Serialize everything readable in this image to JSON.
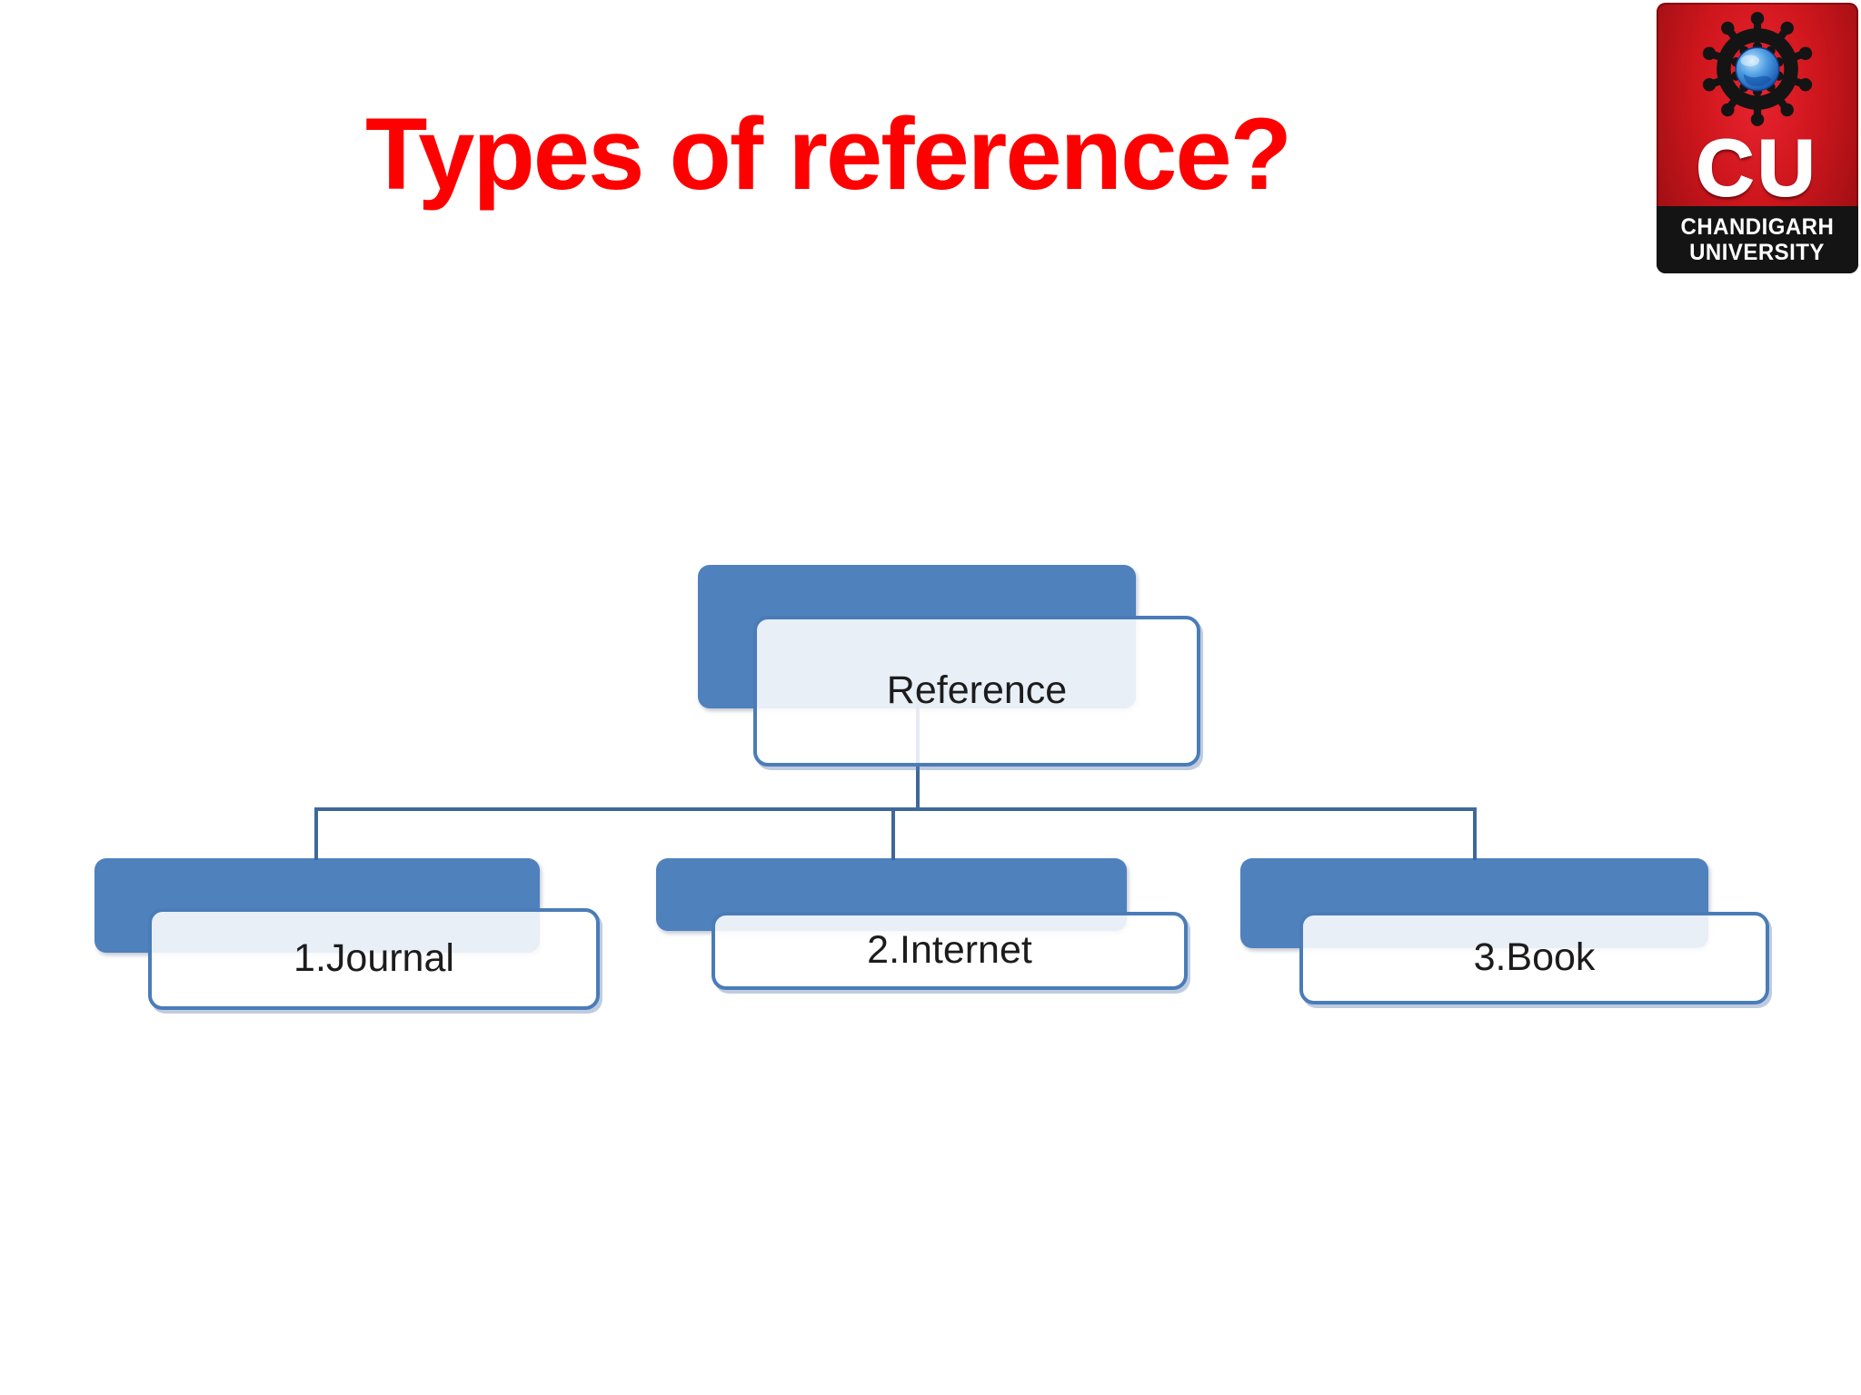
{
  "slide": {
    "title": "Types of reference?",
    "title_color": "#ff0000",
    "background": "#ffffff"
  },
  "logo": {
    "abbr": "CU",
    "name_line1": "CHANDIGARH",
    "name_line2": "UNIVERSITY",
    "bg_color": "#cf161d",
    "band_color": "#141414",
    "globe_color": "#2a7fd4",
    "emblem_icon": "people-ring-globe-icon"
  },
  "diagram": {
    "type": "hierarchy",
    "root": {
      "label": "Reference"
    },
    "children": [
      {
        "label": "1.Journal"
      },
      {
        "label": "2.Internet"
      },
      {
        "label": "3.Book"
      }
    ],
    "colors": {
      "shape_fill": "#4f81bd",
      "shape_border": "#4a7cb8",
      "connector": "#3e689b",
      "front_box_tint": "rgba(255,255,255,0.87)",
      "label_color": "#1c1c1c"
    }
  }
}
